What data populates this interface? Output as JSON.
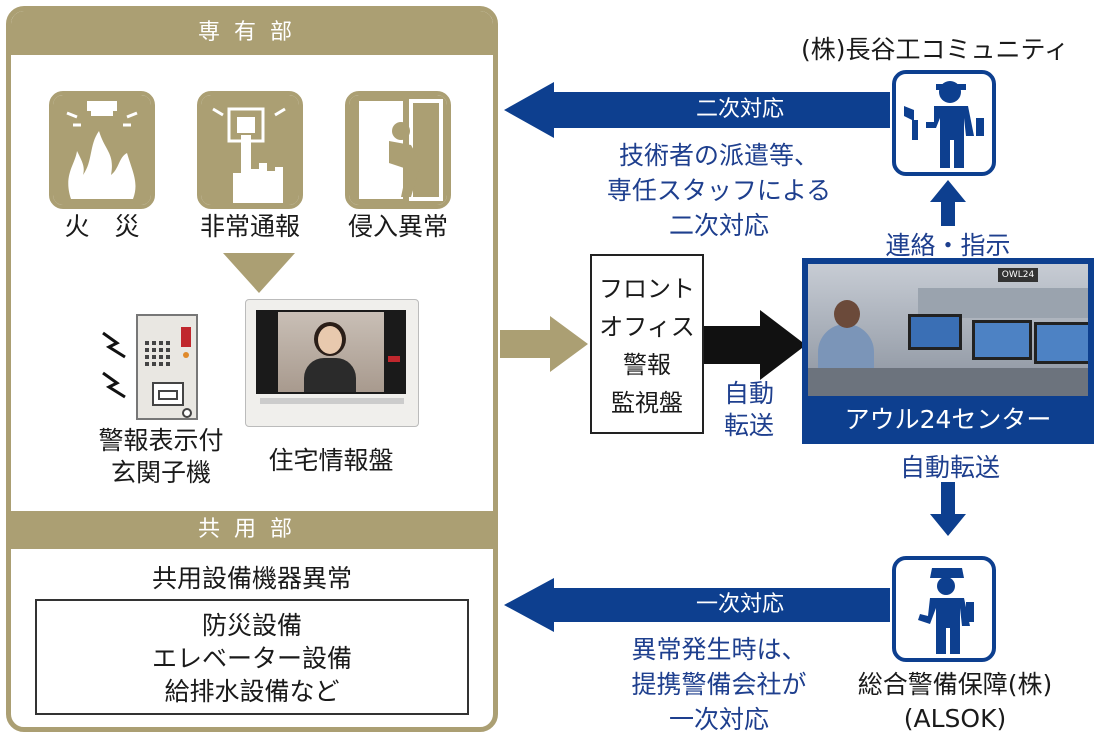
{
  "private_section": {
    "header": "専有部",
    "items": [
      {
        "label": "火　災",
        "icon": "fire-icon"
      },
      {
        "label": "非常通報",
        "icon": "emergency-button-icon"
      },
      {
        "label": "侵入異常",
        "icon": "intruder-icon"
      }
    ],
    "devices": [
      {
        "label_line1": "警報表示付",
        "label_line2": "玄関子機",
        "icon": "entrance-intercom-icon"
      },
      {
        "label": "住宅情報盤",
        "icon": "home-info-panel-icon"
      }
    ]
  },
  "common_section": {
    "header": "共用部",
    "title": "共用設備機器異常",
    "equipment": [
      "防災設備",
      "エレベーター設備",
      "給排水設備など"
    ]
  },
  "front_office": {
    "lines": [
      "フロント",
      "オフィス",
      "警報",
      "監視盤"
    ]
  },
  "auto_transfer_1": [
    "自動",
    "転送"
  ],
  "owl_center": {
    "label": "アウル24センター",
    "screen_tag": "OWL24"
  },
  "auto_transfer_2": "自動転送",
  "contact": "連絡・指示",
  "hasegawa": {
    "name": "(株)長谷工コミュニティ"
  },
  "secondary_response": {
    "arrow_label": "二次対応",
    "description": [
      "技術者の派遣等、",
      "専任スタッフによる",
      "二次対応"
    ]
  },
  "alsok": {
    "name_line1": "総合警備保障(株)",
    "name_line2": "(ALSOK)"
  },
  "primary_response": {
    "arrow_label": "一次対応",
    "description": [
      "異常発生時は、",
      "提携警備会社が",
      "一次対応"
    ]
  },
  "colors": {
    "gold": "#ab9f73",
    "navy": "#0d3f8f",
    "text_blue": "#1e3f8e"
  }
}
